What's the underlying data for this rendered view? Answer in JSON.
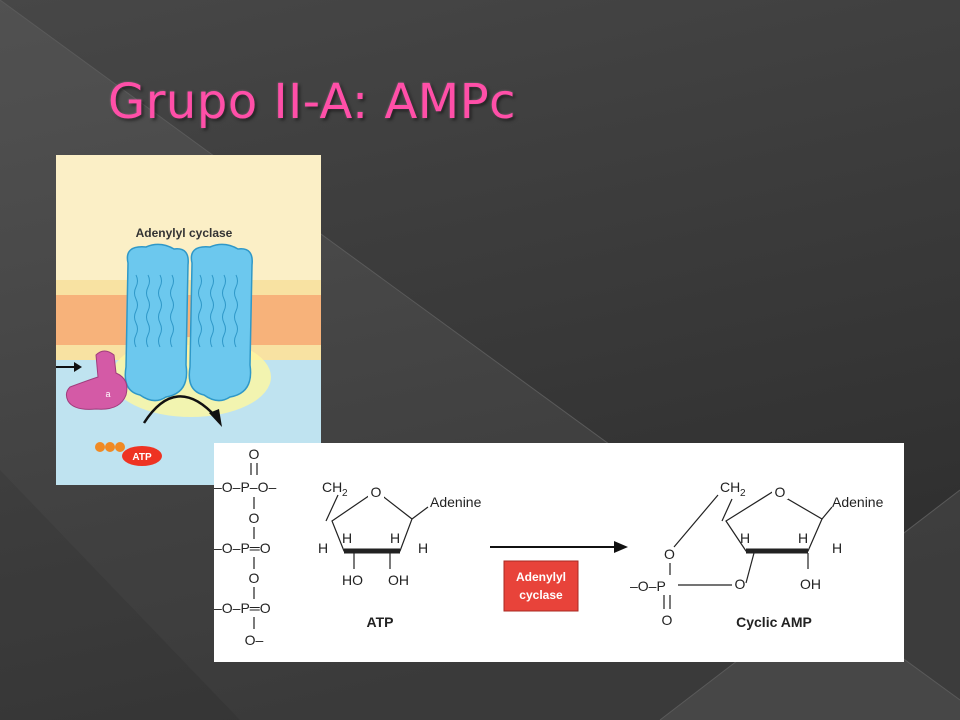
{
  "slide": {
    "title": "Grupo II-A: AMPc"
  },
  "membrane_figure": {
    "enzyme_label": "Adenylyl cyclase",
    "subunit_label": "a",
    "substrate_label": "ATP"
  },
  "reaction_figure": {
    "atp": {
      "name": "ATP",
      "o_top": "O",
      "ch2": "CH",
      "ch2_sub": "2",
      "phosphates": [
        {
          "left": "–O–P–O–",
          "double_o": "O"
        },
        {
          "left": "–O–P═O"
        },
        {
          "left": "–O–P═O"
        }
      ],
      "o_links": [
        "O",
        "O"
      ],
      "o_minus": "O–",
      "ring_o": "O",
      "base": "Adenine",
      "h": "H",
      "oh": "OH",
      "ho": "HO"
    },
    "enzyme_box": {
      "line1": "Adenylyl",
      "line2": "cyclase",
      "color": "#e8433a"
    },
    "camp": {
      "name": "Cyclic AMP",
      "ch2": "CH",
      "ch2_sub": "2",
      "ring_o": "O",
      "base": "Adenine",
      "h": "H",
      "oh": "OH",
      "o": "O",
      "phosphate": "–O–P",
      "phosphate_o_bottom": "O"
    }
  }
}
